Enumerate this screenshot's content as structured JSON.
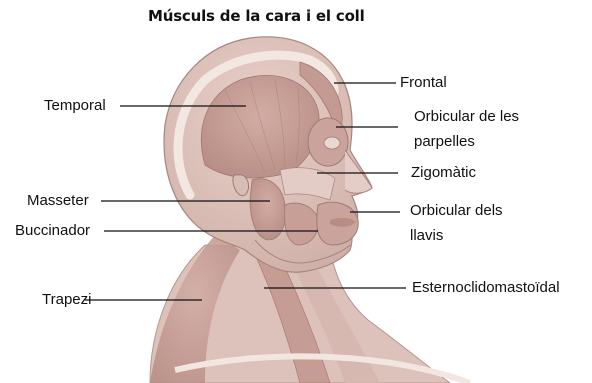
{
  "title": "Músculs de la cara i el coll",
  "labels": {
    "frontal": "Frontal",
    "temporal": "Temporal",
    "orbicular_parpelles_1": "Orbicular de les",
    "orbicular_parpelles_2": "parpelles",
    "zigomatic": "Zigomàtic",
    "masseter": "Masseter",
    "orbicular_llavis_1": "Orbicular dels",
    "orbicular_llavis_2": "llavis",
    "buccinador": "Buccinador",
    "trapezi": "Trapezi",
    "esternocleidomastoidal": "Esternoclidomastoïdal"
  },
  "colors": {
    "skin": "#e8d6cf",
    "muscle": "#caa49c",
    "muscle_dark": "#b58a82",
    "bone": "#f1e6e0",
    "outline": "#9c7a72",
    "leader": "#111111"
  }
}
